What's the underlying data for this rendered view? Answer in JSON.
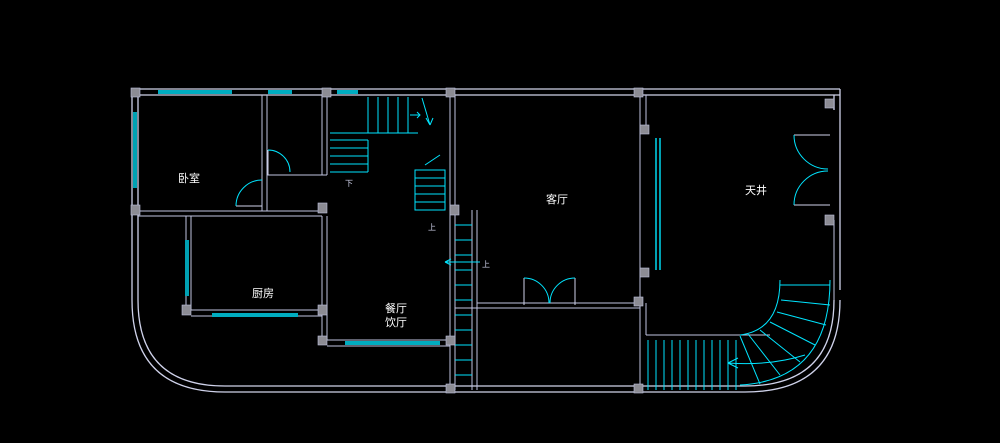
{
  "rooms": {
    "bedroom": "卧室",
    "kitchen": "厨房",
    "dining_top": "餐厅",
    "dining_bottom": "饮厅",
    "living": "客厅",
    "courtyard": "天井"
  },
  "marks": {
    "stair_down": "下",
    "stair_up_1": "上",
    "stair_up_2": "上"
  },
  "colors": {
    "background": "#000000",
    "walls": "#cfd2ea",
    "windows_stairs": "#00e5ff",
    "columns": "#8c8c94"
  }
}
